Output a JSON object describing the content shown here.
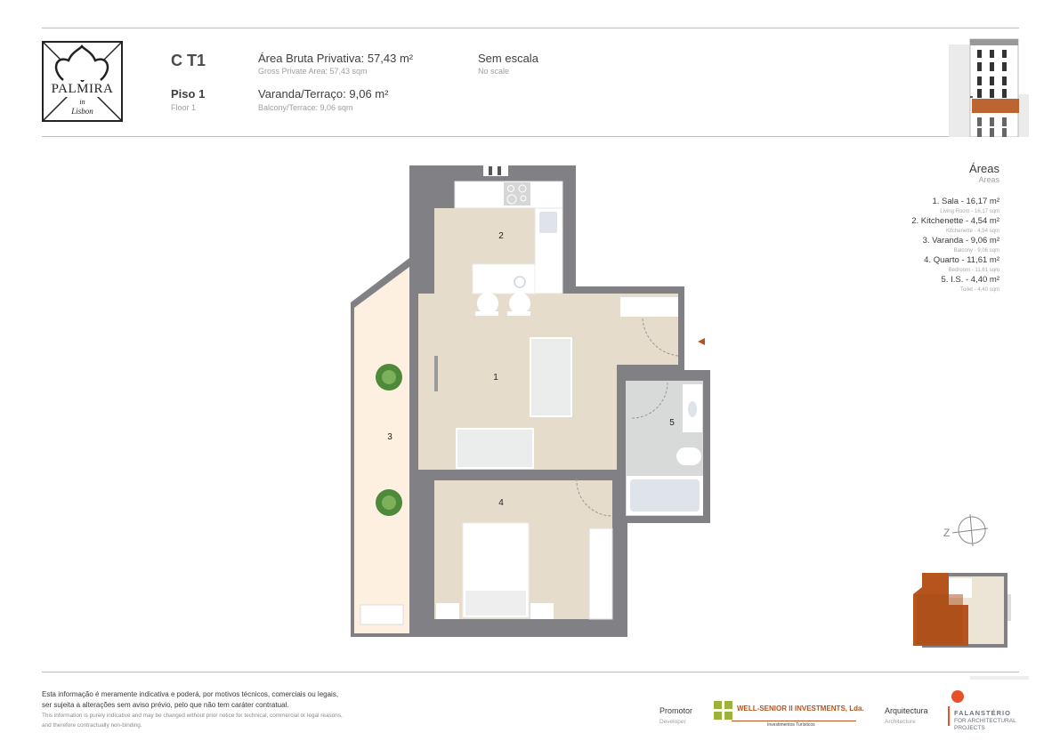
{
  "logo": {
    "name": "PALMIRA",
    "sub1": "in",
    "sub2": "Lisbon"
  },
  "header": {
    "unit": "C T1",
    "floor": "Piso 1",
    "floor_en": "Floor 1",
    "gross_area": "Área Bruta Privativa: 57,43 m²",
    "gross_area_en": "Gross Private Area: 57,43 sqm",
    "balcony": "Varanda/Terraço: 9,06 m²",
    "balcony_en": "Balcony/Terrace: 9,06 sqm",
    "scale": "Sem escala",
    "scale_en": "No scale"
  },
  "areas": {
    "title": "Áreas",
    "title_en": "Areas",
    "items": [
      {
        "label": "1. Sala - 16,17 m²",
        "en": "Living Room - 16,17 sqm"
      },
      {
        "label": "2. Kitchenette - 4,54 m²",
        "en": "Kitchenette - 4,54 sqm"
      },
      {
        "label": "3. Varanda - 9,06 m²",
        "en": "Balcony - 9,06 sqm"
      },
      {
        "label": "4. Quarto - 11,61 m²",
        "en": "Bedroom - 11,61 sqm"
      },
      {
        "label": "5. I.S. - 4,40 m²",
        "en": "Toilet - 4,40 sqm"
      }
    ]
  },
  "plan": {
    "rooms": [
      "1",
      "2",
      "3",
      "4",
      "5"
    ],
    "compass": "Z"
  },
  "footer": {
    "disclaimer_pt_1": "Esta informação é meramente indicativa e poderá, por motivos técnicos, comerciais ou legais,",
    "disclaimer_pt_2": "ser sujeita a alterações sem aviso prévio, pelo que não tem caráter contratual.",
    "disclaimer_en_1": "This information is purely indicative and may be changed without prior notice for technical, commercial or legal reasons,",
    "disclaimer_en_2": "and therefore contractually non-binding.",
    "developer_label": "Promotor",
    "developer_label_en": "Developer",
    "developer_name": "WELL-SENIOR II INVESTMENTS, Lda.",
    "developer_tagline": "Investimentos Turísticos",
    "architect_label": "Arquitectura",
    "architect_label_en": "Architecture",
    "architect_name": "FALANSTÉRIO",
    "architect_sub1": "FOR ARCHITECTURAL",
    "architect_sub2": "PROJECTS"
  },
  "colors": {
    "wall": "#818185",
    "floor": "#e5dccb",
    "balcony": "#fdf0e1",
    "bath": "#d8d9d9",
    "accent": "#b5541c",
    "green": "#9bb33a"
  }
}
